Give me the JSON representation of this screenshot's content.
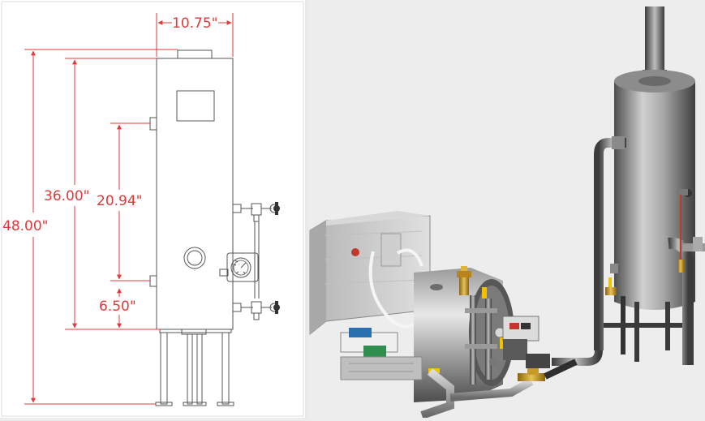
{
  "drawing": {
    "dim_width": "10.75\"",
    "dim_overall_height": "48.00\"",
    "dim_shell_height": "36.00\"",
    "dim_upper_span": "20.94\"",
    "dim_lower_offset": "6.50\""
  },
  "colors": {
    "dimension": "#e03a3a",
    "outline": "#555555",
    "metal_dark": "#5a5a5a",
    "metal_light": "#d6d6d6",
    "brass": "#c89a2a",
    "valve_yellow": "#f2c200",
    "gauge_red": "#c0392b"
  }
}
